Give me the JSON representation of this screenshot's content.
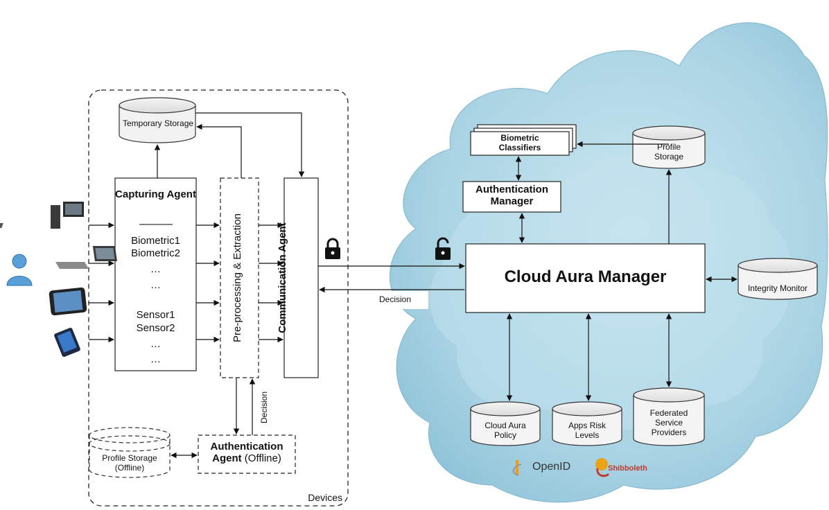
{
  "devices": {
    "container_label": "Devices",
    "temporary_storage": "Temporary Storage",
    "capturing_agent": {
      "title": "Capturing Agent",
      "divider": "------------",
      "lines": [
        "Biometric1",
        "Biometric2",
        "…",
        "…",
        "Sensor1",
        "Sensor2",
        "…",
        "…"
      ]
    },
    "preprocessing": "Pre-processing & Extraction",
    "communication_agent": "Communication Agent",
    "authentication_agent": {
      "title": "Authentication",
      "title2": "Agent",
      "suffix": " (Offline)"
    },
    "profile_storage_offline": {
      "line1": "Profile Storage",
      "line2": "(Offline)"
    },
    "decision_vertical": "Decision",
    "device_icons": [
      "desktop-computer-icon",
      "laptop-icon",
      "tablet-icon",
      "smartphone-icon"
    ],
    "user_icon": "user-icon"
  },
  "cloud": {
    "biometric_classifiers": {
      "line1": "Biometric",
      "line2": "Classifiers"
    },
    "authentication_manager": {
      "line1": "Authentication",
      "line2": "Manager"
    },
    "profile_storage": {
      "line1": "Profile",
      "line2": "Storage"
    },
    "cloud_aura_manager": "Cloud Aura Manager",
    "integrity_monitor": "Integrity Monitor",
    "cloud_aura_policy": {
      "line1": "Cloud Aura",
      "line2": "Policy"
    },
    "apps_risk_levels": {
      "line1": "Apps Risk",
      "line2": "Levels"
    },
    "federated_service_providers": {
      "line1": "Federated",
      "line2": "Service",
      "line3": "Providers"
    },
    "decision_label": "Decision",
    "openid_label": "OpenID",
    "shibboleth_label": "Shibboleth",
    "cloud_color": "#a9d6e5"
  }
}
